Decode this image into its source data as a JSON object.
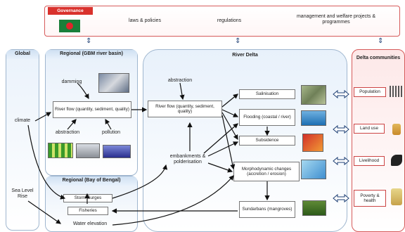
{
  "governance": {
    "label": "Governance",
    "items": [
      "laws & policies",
      "regulations",
      "management and welfare projects & programmes"
    ]
  },
  "global": {
    "title": "Global",
    "climate": "climate",
    "slr": "Sea Level Rise"
  },
  "regional": {
    "title": "Regional (GBM river basin)",
    "damming": "damming",
    "river_flow": "River flow (quantity, sediment, quality)",
    "abstraction": "abstraction",
    "pollution": "pollution"
  },
  "bay": {
    "title": "Regional (Bay of Bengal)",
    "storm_surges": "Storm Surges",
    "fisheries": "Fisheries",
    "water_elevation": "Water elevation"
  },
  "delta": {
    "title": "River Delta",
    "abstraction": "abstraction",
    "river_flow": "River flow (quantity, sediment, quality)",
    "embankments": "embankments & polderisation",
    "salinisation": "Salinisation",
    "flooding": "Flooding (coastal / river)",
    "subsidence": "Subsidence",
    "morpho": "Morphodynamic changes (accretion / erosion)",
    "sundarbans": "Sundarbans (mangroves)"
  },
  "communities": {
    "title": "Delta communities",
    "population": "Population",
    "land_use": "Land use",
    "livelihood": "Livelihood",
    "poverty": "Poverty & health"
  },
  "colors": {
    "governance_border": "#d65a5a",
    "governance_label": "#d9312c",
    "panel_border": "#9fb6cf",
    "arrow": "#1e3f74"
  }
}
